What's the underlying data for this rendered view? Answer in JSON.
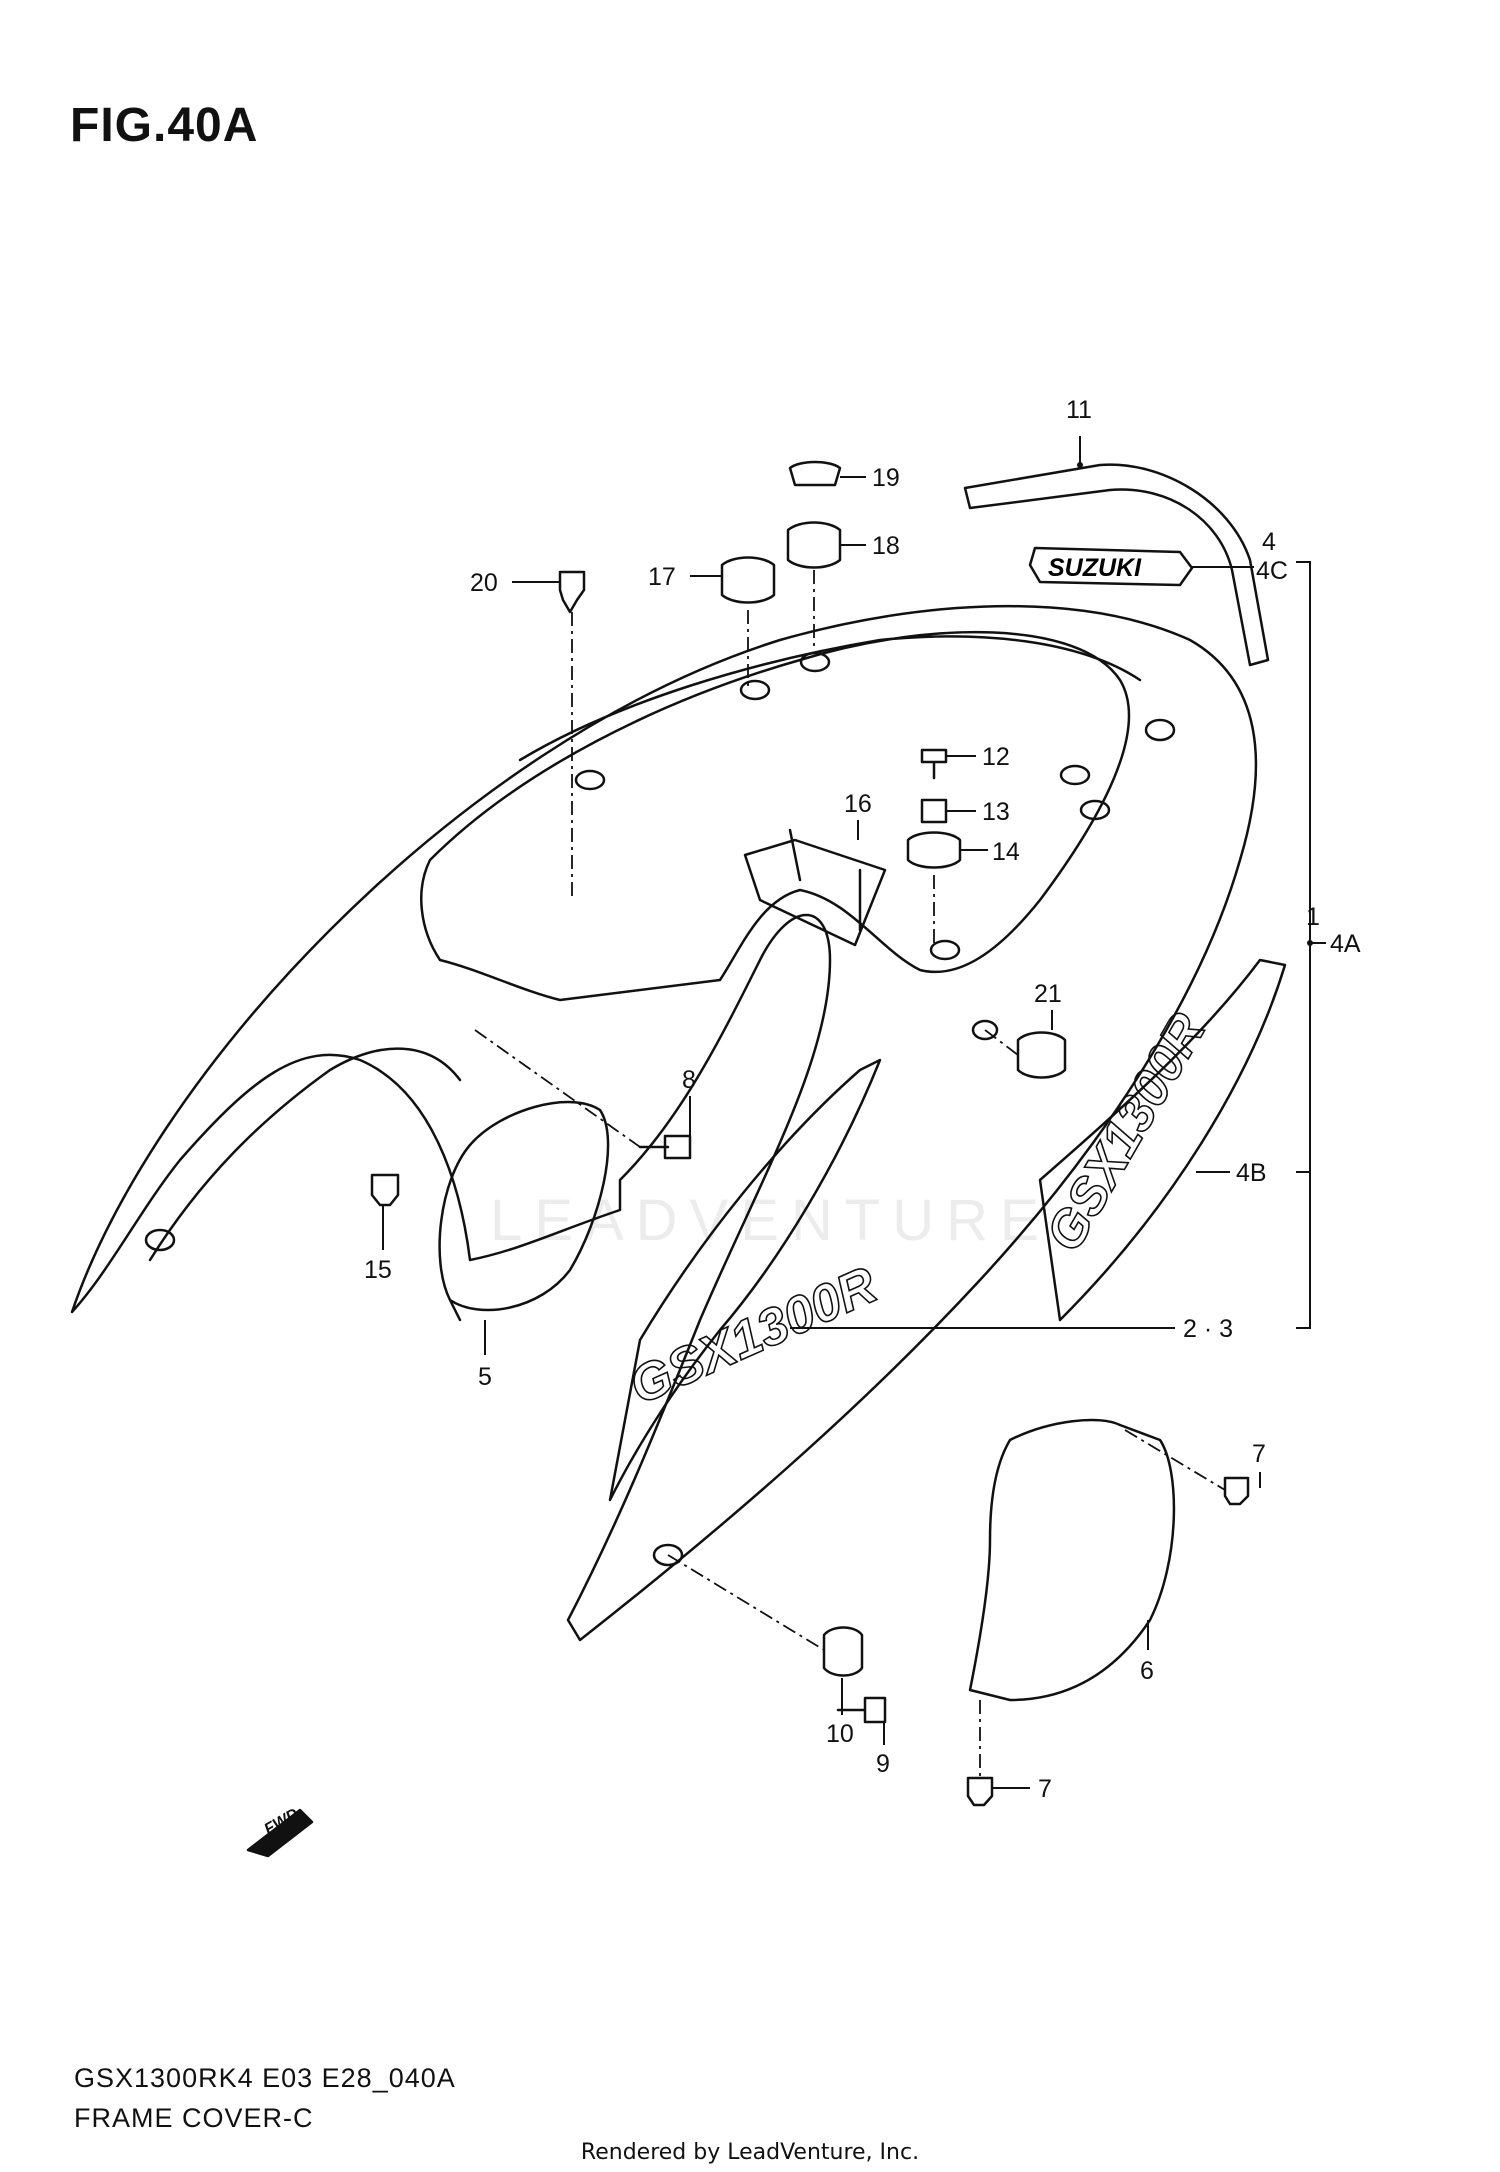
{
  "figure": {
    "title": "FIG.40A"
  },
  "watermark": "LEADVENTURE",
  "decals": {
    "brand": "SUZUKI",
    "model_left": "GSX1300R",
    "model_right": "GSX1300R",
    "fwd": "FWD"
  },
  "callouts": {
    "c1": "1",
    "c4a": "4A",
    "c23": "2 · 3",
    "c4": "4",
    "c4c": "4C",
    "c4b": "4B",
    "c5": "5",
    "c6": "6",
    "c7a": "7",
    "c7b": "7",
    "c8": "8",
    "c9": "9",
    "c10": "10",
    "c11": "11",
    "c12": "12",
    "c13": "13",
    "c14": "14",
    "c15": "15",
    "c16": "16",
    "c17": "17",
    "c18": "18",
    "c19": "19",
    "c20": "20",
    "c21": "21"
  },
  "footer": {
    "code": "GSX1300RK4 E03 E28_040A",
    "name": "FRAME COVER-C",
    "rendered_by": "Rendered by LeadVenture, Inc."
  }
}
